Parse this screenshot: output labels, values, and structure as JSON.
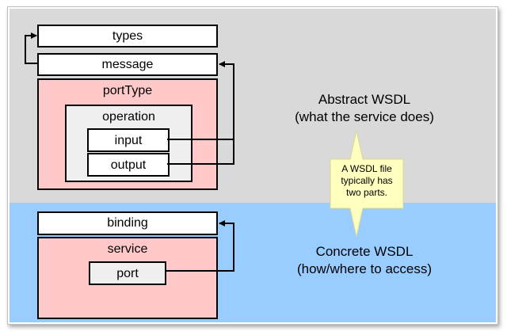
{
  "abstract": {
    "types": "types",
    "message": "message",
    "portType": "portType",
    "operation": "operation",
    "input": "input",
    "output": "output",
    "title": "Abstract WSDL",
    "subtitle": "(what the service does)"
  },
  "concrete": {
    "binding": "binding",
    "service": "service",
    "port": "port",
    "title": "Concrete WSDL",
    "subtitle": "(how/where to access)"
  },
  "callout": {
    "line1": "A WSDL file",
    "line2": "typically has",
    "line3": "two parts."
  },
  "colors": {
    "abstract_band": "#d9d9d9",
    "concrete_band": "#99ccff",
    "pink_box": "#ffc9c9",
    "callout_fill": "#ffffc0"
  }
}
